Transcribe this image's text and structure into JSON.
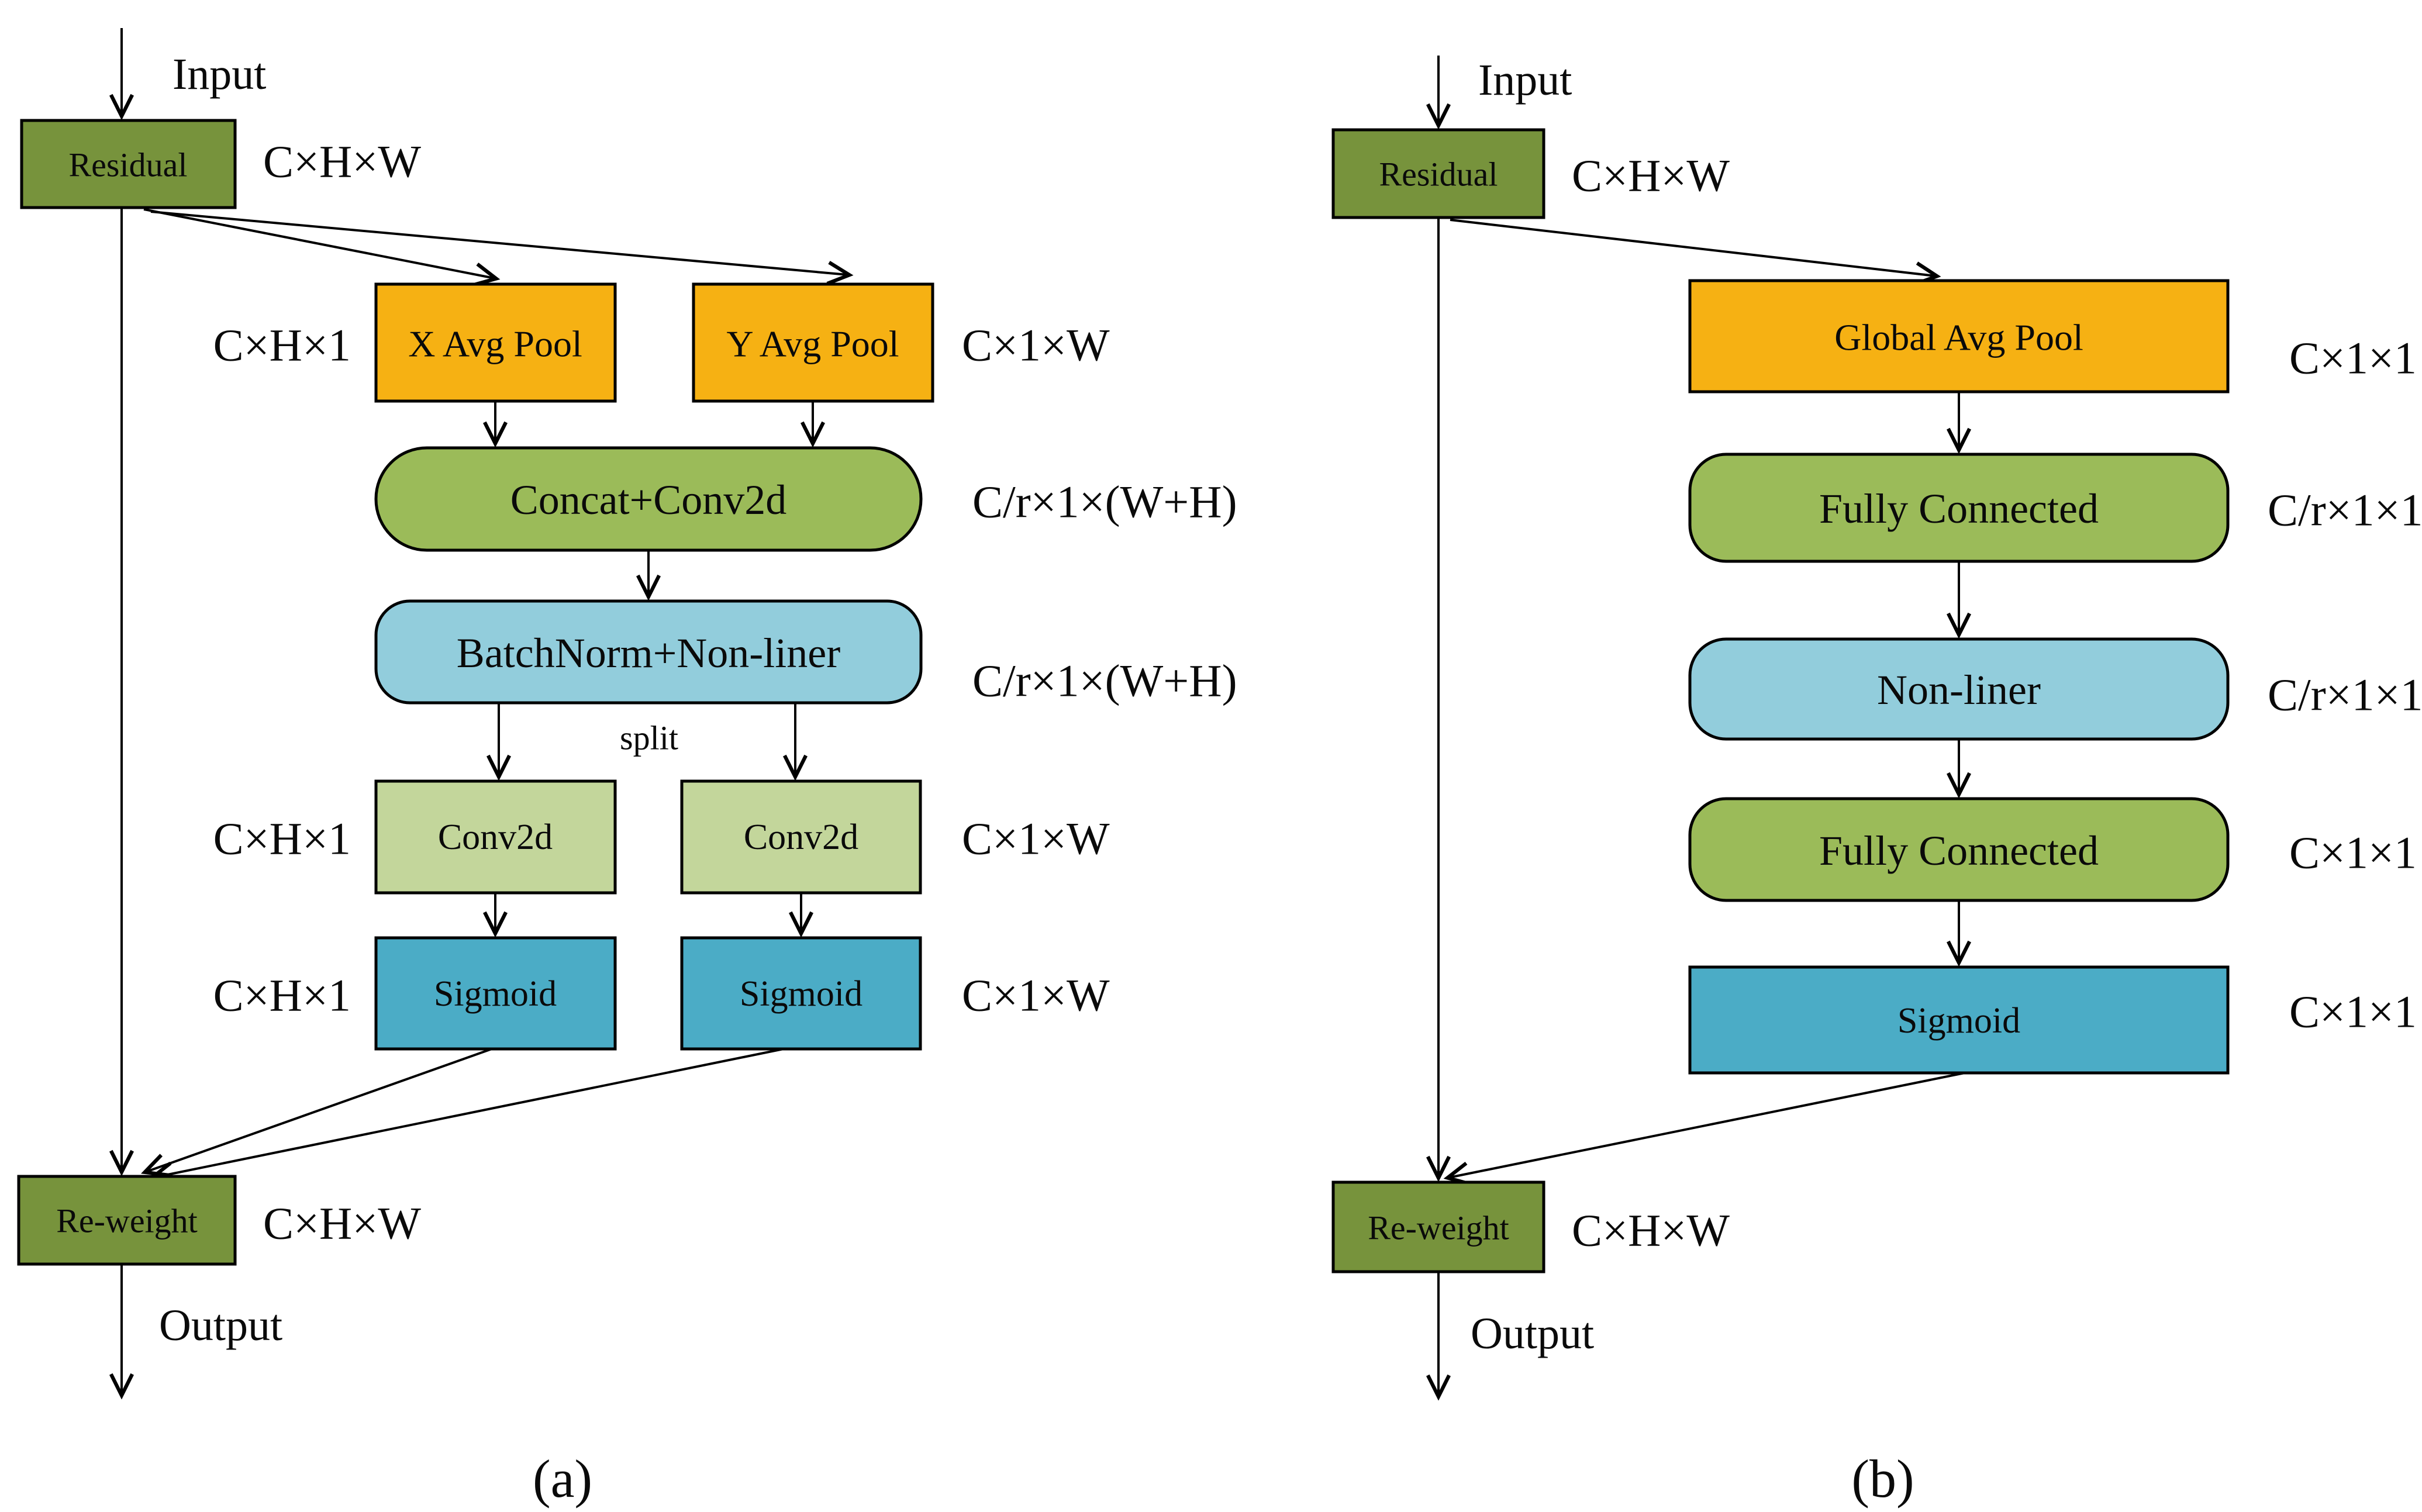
{
  "diagram_a": {
    "input_label": "Input",
    "residual_label": "Residual",
    "residual_dim": "C×H×W",
    "x_pool_dim": "C×H×1",
    "x_pool_label": "X Avg Pool",
    "y_pool_label": "Y Avg Pool",
    "y_pool_dim": "C×1×W",
    "concat_label": "Concat+Conv2d",
    "concat_dim": "C/r×1×(W+H)",
    "batchnorm_label": "BatchNorm+Non-liner",
    "batchnorm_dim": "C/r×1×(W+H)",
    "split_label": "split",
    "conv_left_dim": "C×H×1",
    "conv_left_label": "Conv2d",
    "conv_right_label": "Conv2d",
    "conv_right_dim": "C×1×W",
    "sigmoid_left_dim": "C×H×1",
    "sigmoid_left_label": "Sigmoid",
    "sigmoid_right_label": "Sigmoid",
    "sigmoid_right_dim": "C×1×W",
    "reweight_label": "Re-weight",
    "reweight_dim": "C×H×W",
    "output_label": "Output",
    "caption": "(a)"
  },
  "diagram_b": {
    "input_label": "Input",
    "residual_label": "Residual",
    "residual_dim": "C×H×W",
    "gap_label": "Global Avg Pool",
    "gap_dim": "C×1×1",
    "fc1_label": "Fully Connected",
    "fc1_dim": "C/r×1×1",
    "nonliner_label": "Non-liner",
    "nonliner_dim": "C/r×1×1",
    "fc2_label": "Fully Connected",
    "fc2_dim": "C×1×1",
    "sigmoid_label": "Sigmoid",
    "sigmoid_dim": "C×1×1",
    "reweight_label": "Re-weight",
    "reweight_dim": "C×H×W",
    "output_label": "Output",
    "caption": "(b)"
  },
  "colors": {
    "olive_green": "#77933C",
    "gold": "#F6B113",
    "green": "#9BBB59",
    "light_blue": "#92CDDC",
    "light_green": "#C3D69B",
    "teal": "#4BACC6",
    "line": "#000000",
    "background": "#FFFFFF"
  }
}
